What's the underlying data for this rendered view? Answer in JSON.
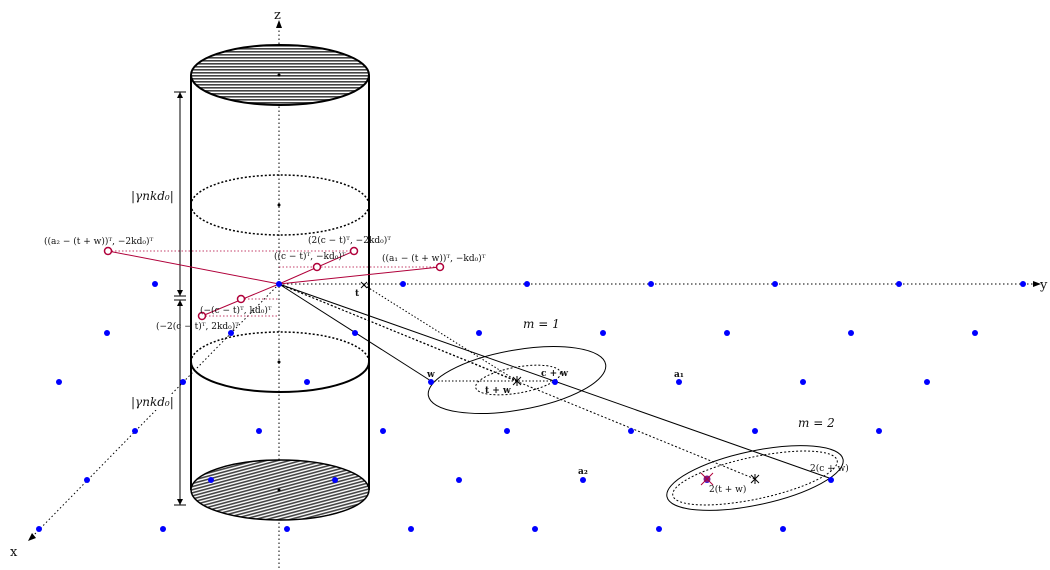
{
  "axes": {
    "z": "z",
    "y": "y",
    "x": "x"
  },
  "dimension_labels": {
    "upper": "|γnkd₀|",
    "lower": "|γnkd₀|"
  },
  "region_labels": {
    "m1": "m = 1",
    "m2": "m = 2"
  },
  "point_labels": {
    "t": "t",
    "w": "w",
    "c_plus_w": "c + w",
    "t_plus_w": "t + w",
    "a1": "a₁",
    "a2": "a₂",
    "two_c_plus_w": "2(c + w)",
    "two_t_plus_w": "2(t + w)"
  },
  "vector_labels": {
    "a2": "((a₂ − (t + w))ᵀ, −2kd₀)ᵀ",
    "two_c_minus_t_up": "(2(c − t)ᵀ, −2kd₀)ᵀ",
    "c_minus_t_up": "((c − t)ᵀ, −kd₀)ᵀ",
    "a1": "((a₁ − (t + w))ᵀ, −kd₀)ᵀ",
    "c_minus_t_down": "(−(c − t)ᵀ, kd₀)ᵀ",
    "two_c_minus_t_down": "(−2(c − t)ᵀ, 2kd₀)ᵀ"
  },
  "colors": {
    "lattice_point": "#0000ff",
    "vector": "#b0003a",
    "line": "#000000",
    "cap_fill": "#888888"
  }
}
